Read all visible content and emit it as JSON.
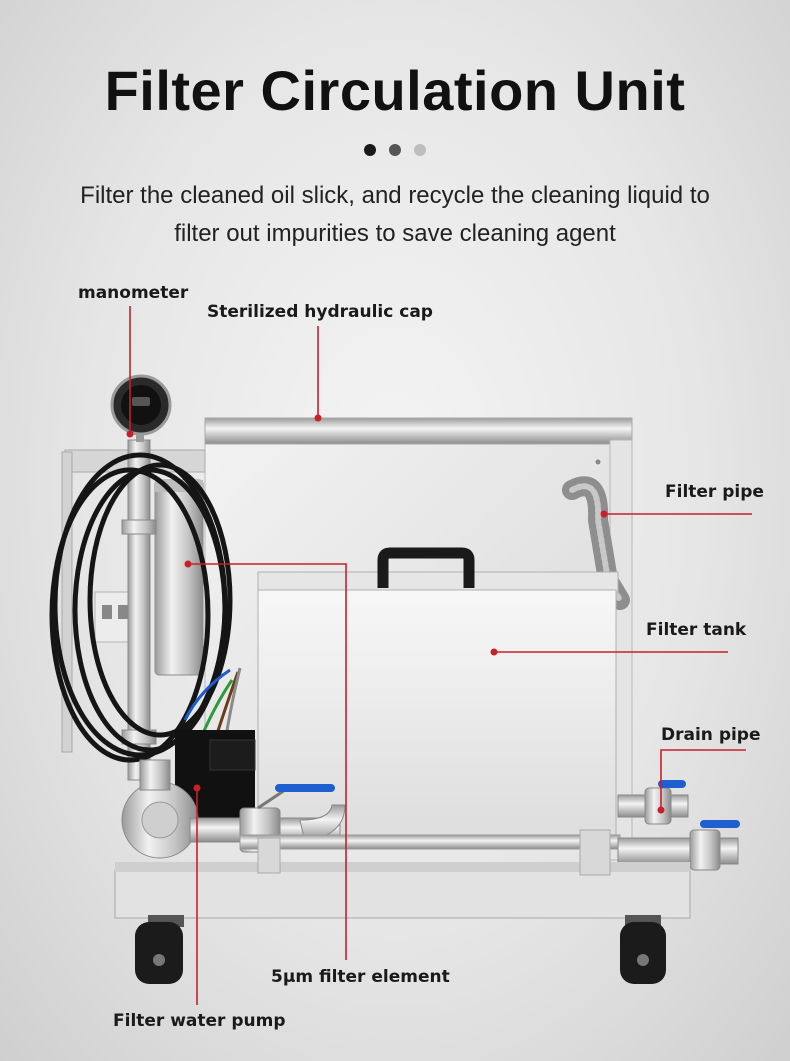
{
  "header": {
    "title": "Filter Circulation Unit",
    "subtitle_line1": "Filter the cleaned oil slick, and recycle the cleaning liquid to",
    "subtitle_line2": "filter out impurities to save cleaning agent"
  },
  "carousel": {
    "dot_colors": [
      "#1a1a1a",
      "#555555",
      "#bdbdbd"
    ]
  },
  "callouts": {
    "manometer": "manometer",
    "hydraulic_cap": "Sterilized hydraulic cap",
    "filter_pipe": "Filter pipe",
    "filter_tank": "Filter tank",
    "drain_pipe": "Drain pipe",
    "filter_element": "5μm filter element",
    "water_pump": "Filter water pump"
  },
  "colors": {
    "callout_line": "#c8202a",
    "valve_handle": "#1f5fd0"
  }
}
